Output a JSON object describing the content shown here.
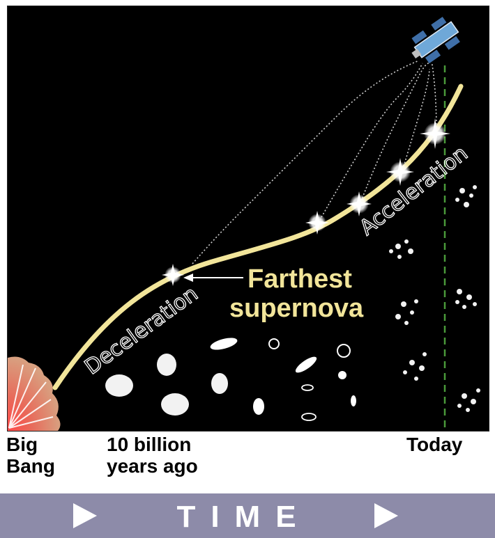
{
  "diagram": {
    "curve_labels": {
      "deceleration": "Deceleration",
      "acceleration": "Acceleration"
    },
    "callout": {
      "line1": "Farthest",
      "line2": "supernova"
    },
    "colors": {
      "background": "#000000",
      "curve": "#f2e59a",
      "callout_text": "#f2e59a",
      "today_line": "#4a9a3a",
      "time_bar": "#8d8ba9"
    },
    "icons": [
      "big-bang-icon",
      "supernova-icon",
      "telescope-icon",
      "galaxy-icon"
    ]
  },
  "time_axis": {
    "big_bang": "Big\nBang",
    "ten_billion": "10 billion\nyears ago",
    "today": "Today",
    "banner": "TIME"
  }
}
